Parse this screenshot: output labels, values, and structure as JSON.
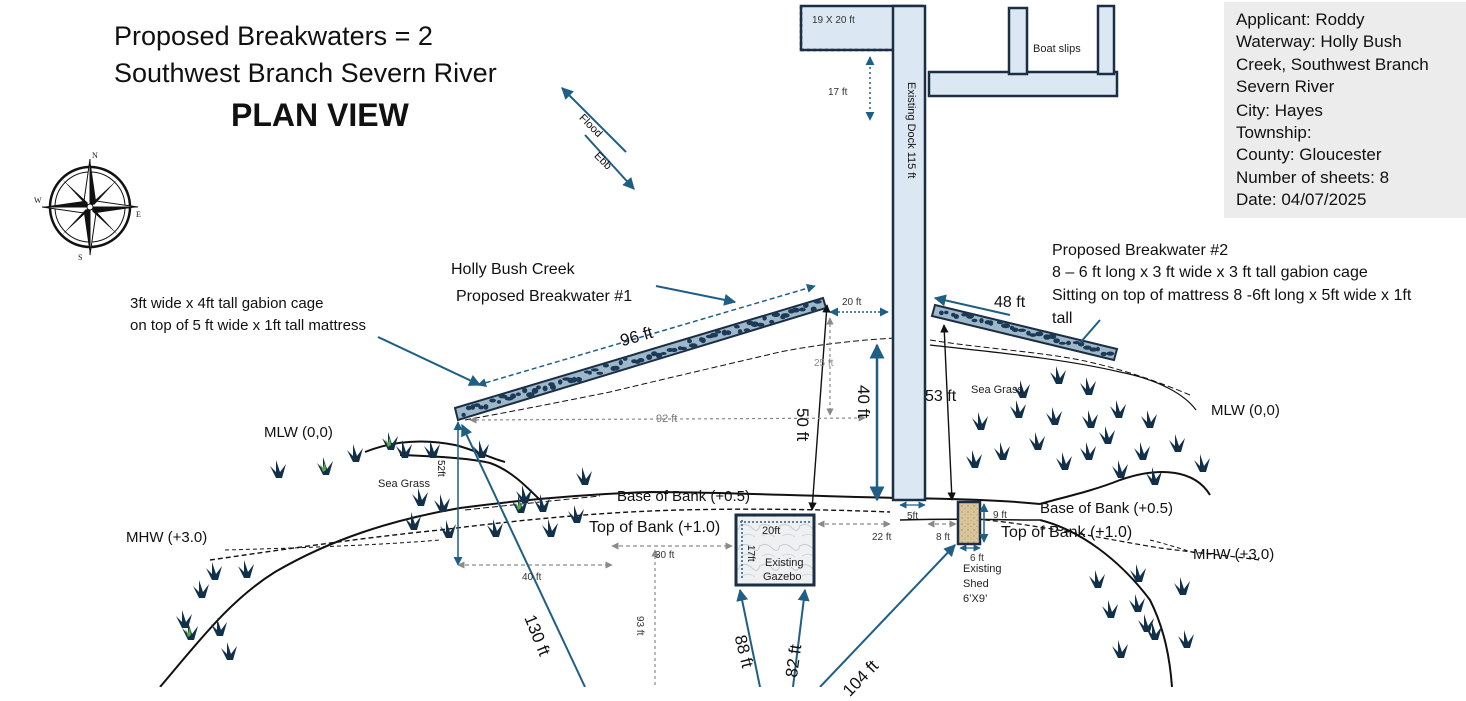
{
  "title": {
    "line1": "Proposed Breakwaters = 2",
    "line2": "Southwest Branch Severn River",
    "line3": "PLAN VIEW"
  },
  "info": {
    "applicant": "Applicant: Roddy",
    "waterway_1": "Waterway: Holly Bush",
    "waterway_2": "Creek, Southwest Branch",
    "waterway_3": "Severn River",
    "city": "City:  Hayes",
    "township": "Township:",
    "county": "County:  Gloucester",
    "sheets": "Number of sheets: 8",
    "date": "Date:  04/07/2025"
  },
  "compass": {
    "n": "N",
    "s": "S",
    "e": "E",
    "w": "W"
  },
  "tide": {
    "flood": "Flood",
    "ebb": "Ebb"
  },
  "dock": {
    "platform": "19 X 20 ft",
    "dim_17": "17 ft",
    "existing_dock": "Existing Dock  115 ft",
    "boat_slips": "Boat slips"
  },
  "breakwater1": {
    "creek": "Holly Bush Creek",
    "name": "Proposed Breakwater #1",
    "spec_1": "3ft wide x 4ft tall gabion cage",
    "spec_2": "on top of 5 ft wide x 1ft tall mattress",
    "length": "96 ft"
  },
  "breakwater2": {
    "name": "Proposed Breakwater  #2",
    "spec_1": "8 – 6 ft long x 3 ft wide x 3 ft tall gabion cage",
    "spec_2": "Sitting on top of mattress 8 -6ft long x 5ft wide x 1ft",
    "spec_3": "tall",
    "length": "48 ft"
  },
  "dims": {
    "d20ft": "20 ft",
    "d25ft": "25 ft",
    "d40ft": "40 ft",
    "d50ft": "50 ft",
    "d53ft": "53 ft",
    "d92ft": "92 ft",
    "d52ft": "52ft",
    "d30ft": "30 ft",
    "d40ft_b": "40 ft",
    "d22ft": "22 ft",
    "d5ft": "5ft",
    "d8ft": "8 ft",
    "d9ft": "9 ft",
    "d6ft": "6 ft",
    "d93ft": "93 ft",
    "d130ft": "130 ft",
    "d88ft": "88 ft",
    "d82ft": "82 ft",
    "d104ft": "104 ft",
    "gazebo_20": "20ft",
    "gazebo_17": "17ft"
  },
  "labels": {
    "mlw_left": "MLW (0,0)",
    "mlw_right": "MLW (0,0)",
    "mhw_left": "MHW (+3.0)",
    "mhw_right": "MHW (+3.0)",
    "sea_grass_left": "Sea Grass",
    "sea_grass_right": "Sea Grass",
    "base_bank_left": "Base of Bank (+0.5)",
    "top_bank_left": "Top of Bank (+1.0)",
    "base_bank_right": "Base of Bank (+0.5)",
    "top_bank_right": "Top of Bank (+1.0)",
    "gazebo_1": "Existing",
    "gazebo_2": "Gazebo",
    "shed_1": "Existing",
    "shed_2": "Shed",
    "shed_3": "6’X9’"
  },
  "colors": {
    "dock_fill": "#dbe8f4",
    "dock_stroke": "#1b2e44",
    "arrow_blue": "#1f5f86",
    "breakwater_fill": "#9fb8c9",
    "rock": "#1c3a57",
    "plant": "#12304a",
    "grass_green": "#5aa845",
    "shed_fill": "#d8c59a",
    "infobox_bg": "#ececec"
  }
}
